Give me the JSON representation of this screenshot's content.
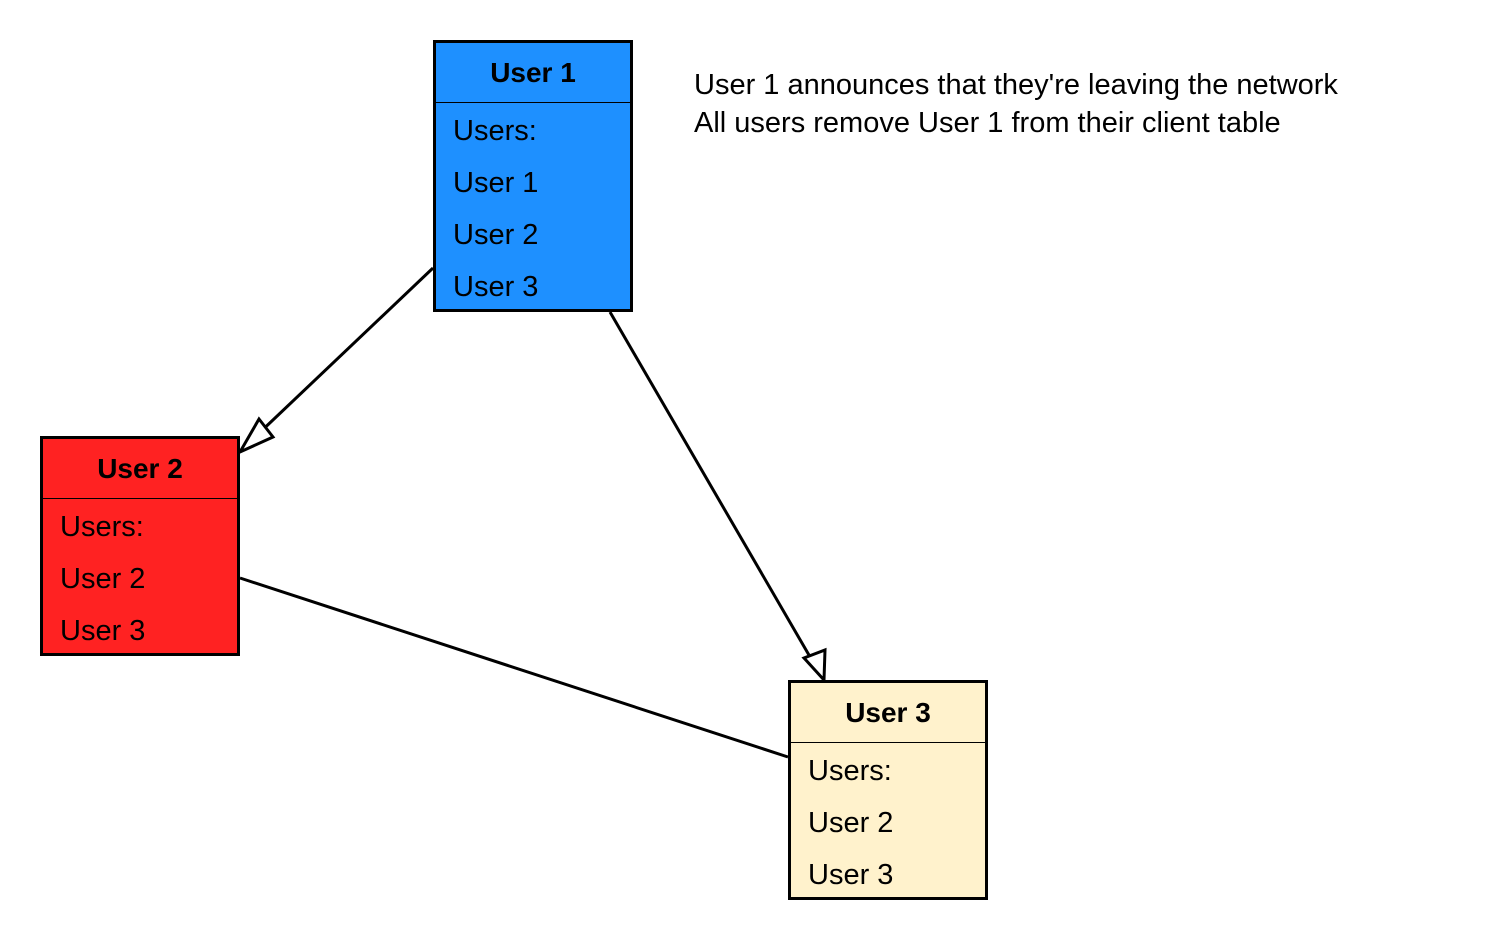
{
  "nodes": {
    "user1": {
      "title": "User 1",
      "color": "#1e90ff",
      "rows": [
        "Users:",
        "User 1",
        "User 2",
        "User 3"
      ]
    },
    "user2": {
      "title": "User 2",
      "color": "#ff2222",
      "rows": [
        "Users:",
        "User 2",
        "User 3"
      ]
    },
    "user3": {
      "title": "User 3",
      "color": "#fff2cc",
      "rows": [
        "Users:",
        "User 2",
        "User 3"
      ]
    }
  },
  "note": {
    "line1": "User 1 announces that they're leaving the network",
    "line2": "All users remove User 1 from their client table"
  },
  "edges": [
    {
      "from": "User 1",
      "to": "User 2",
      "arrow": "hollow-triangle"
    },
    {
      "from": "User 1",
      "to": "User 3",
      "arrow": "hollow-triangle"
    },
    {
      "from": "User 2",
      "to": "User 3",
      "arrow": "none"
    }
  ]
}
